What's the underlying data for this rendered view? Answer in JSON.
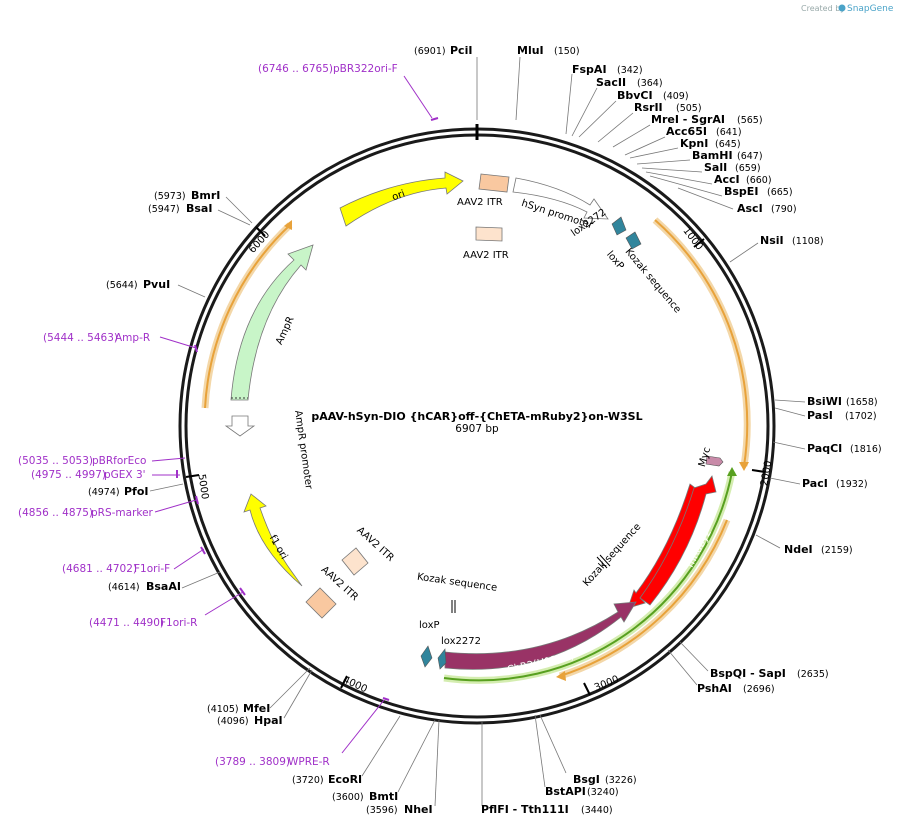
{
  "credit": {
    "prefix": "Created by",
    "brand": "SnapGene"
  },
  "plasmid": {
    "name": "pAAV-hSyn-DIO {hCAR}off-{ChETA-mRuby2}on-W3SL",
    "length": "6907 bp"
  },
  "ticks": [
    "1000",
    "2000",
    "3000",
    "4000",
    "5000",
    "6000"
  ],
  "sites": [
    {
      "name": "PciI",
      "pos": "(6901)"
    },
    {
      "name": "MluI",
      "pos": "(150)"
    },
    {
      "name": "FspAI",
      "pos": "(342)"
    },
    {
      "name": "SacII",
      "pos": "(364)"
    },
    {
      "name": "BbvCI",
      "pos": "(409)"
    },
    {
      "name": "RsrII",
      "pos": "(505)"
    },
    {
      "name": "MreI  - SgrAI",
      "pos": "(565)"
    },
    {
      "name": "Acc65I",
      "pos": "(641)"
    },
    {
      "name": "KpnI",
      "pos": "(645)"
    },
    {
      "name": "BamHI",
      "pos": "(647)"
    },
    {
      "name": "SalI",
      "pos": "(659)"
    },
    {
      "name": "AccI",
      "pos": "(660)"
    },
    {
      "name": "BspEI",
      "pos": "(665)"
    },
    {
      "name": "AscI",
      "pos": "(790)"
    },
    {
      "name": "NsiI",
      "pos": "(1108)"
    },
    {
      "name": "BsiWI",
      "pos": "(1658)"
    },
    {
      "name": "PasI",
      "pos": "(1702)"
    },
    {
      "name": "PaqCI",
      "pos": "(1816)"
    },
    {
      "name": "PacI",
      "pos": "(1932)"
    },
    {
      "name": "NdeI",
      "pos": "(2159)"
    },
    {
      "name": "BspQI  - SapI",
      "pos": "(2635)"
    },
    {
      "name": "PshAI",
      "pos": "(2696)"
    },
    {
      "name": "BsgI",
      "pos": "(3226)"
    },
    {
      "name": "BstAPI",
      "pos": "(3240)"
    },
    {
      "name": "PflFI  - Tth111I",
      "pos": "(3440)"
    },
    {
      "name": "NheI",
      "pos": "(3596)"
    },
    {
      "name": "BmtI",
      "pos": "(3600)"
    },
    {
      "name": "EcoRI",
      "pos": "(3720)"
    },
    {
      "name": "MfeI",
      "pos": "(4105)"
    },
    {
      "name": "HpaI",
      "pos": "(4096)"
    },
    {
      "name": "BsaAI",
      "pos": "(4614)"
    },
    {
      "name": "PfoI",
      "pos": "(4974)"
    },
    {
      "name": "PvuI",
      "pos": "(5644)"
    },
    {
      "name": "BmrI",
      "pos": "(5973)"
    },
    {
      "name": "BsaI",
      "pos": "(5947)"
    }
  ],
  "primers": [
    {
      "name": "pBR322ori-F",
      "range": "(6746 .. 6765)"
    },
    {
      "name": "Amp-R",
      "range": "(5444 .. 5463)"
    },
    {
      "name": "pBRforEco",
      "range": "(5035 .. 5053)"
    },
    {
      "name": "pGEX 3'",
      "range": "(4975 .. 4997)"
    },
    {
      "name": "pRS-marker",
      "range": "(4856 .. 4875)"
    },
    {
      "name": "F1ori-F",
      "range": "(4681 .. 4702)"
    },
    {
      "name": "F1ori-R",
      "range": "(4471 .. 4490)"
    },
    {
      "name": "WPRE-R",
      "range": "(3789 .. 3809)"
    }
  ],
  "features": {
    "ori": "ori",
    "aav2_itr_1": "AAV2 ITR",
    "aav2_itr_2": "AAV2 ITR",
    "aav2_itr_3": "AAV2 ITR",
    "aav2_itr_4": "AAV2 ITR",
    "hsyn_promoter": "hSyn promoter",
    "lox2272_top": "lox2272",
    "loxp_top": "loxP",
    "kozak_top": "Kozak sequence",
    "ampr": "AmpR",
    "ampr_promoter": "AmpR promoter",
    "f1_ori": "f1 ori",
    "myc": "Myc",
    "mruby2": "mRuby2",
    "kozak_right": "Kozak sequence",
    "kozak_bottom": "Kozak sequence",
    "chr2": "ChR2(H134R)",
    "loxp_bottom": "loxP",
    "lox2272_bottom": "lox2272"
  },
  "colors": {
    "backbone": "#1a1a1a",
    "ori": "#ffff00",
    "itr": "#f9c8a0",
    "ampr": "#c8f5c8",
    "mruby2": "#ff0000",
    "chr2": "#993366",
    "lox": "#31859c",
    "orange_orf": "#e8a23a",
    "green_orf": "#8ec63f",
    "primer": "#a030c8"
  }
}
